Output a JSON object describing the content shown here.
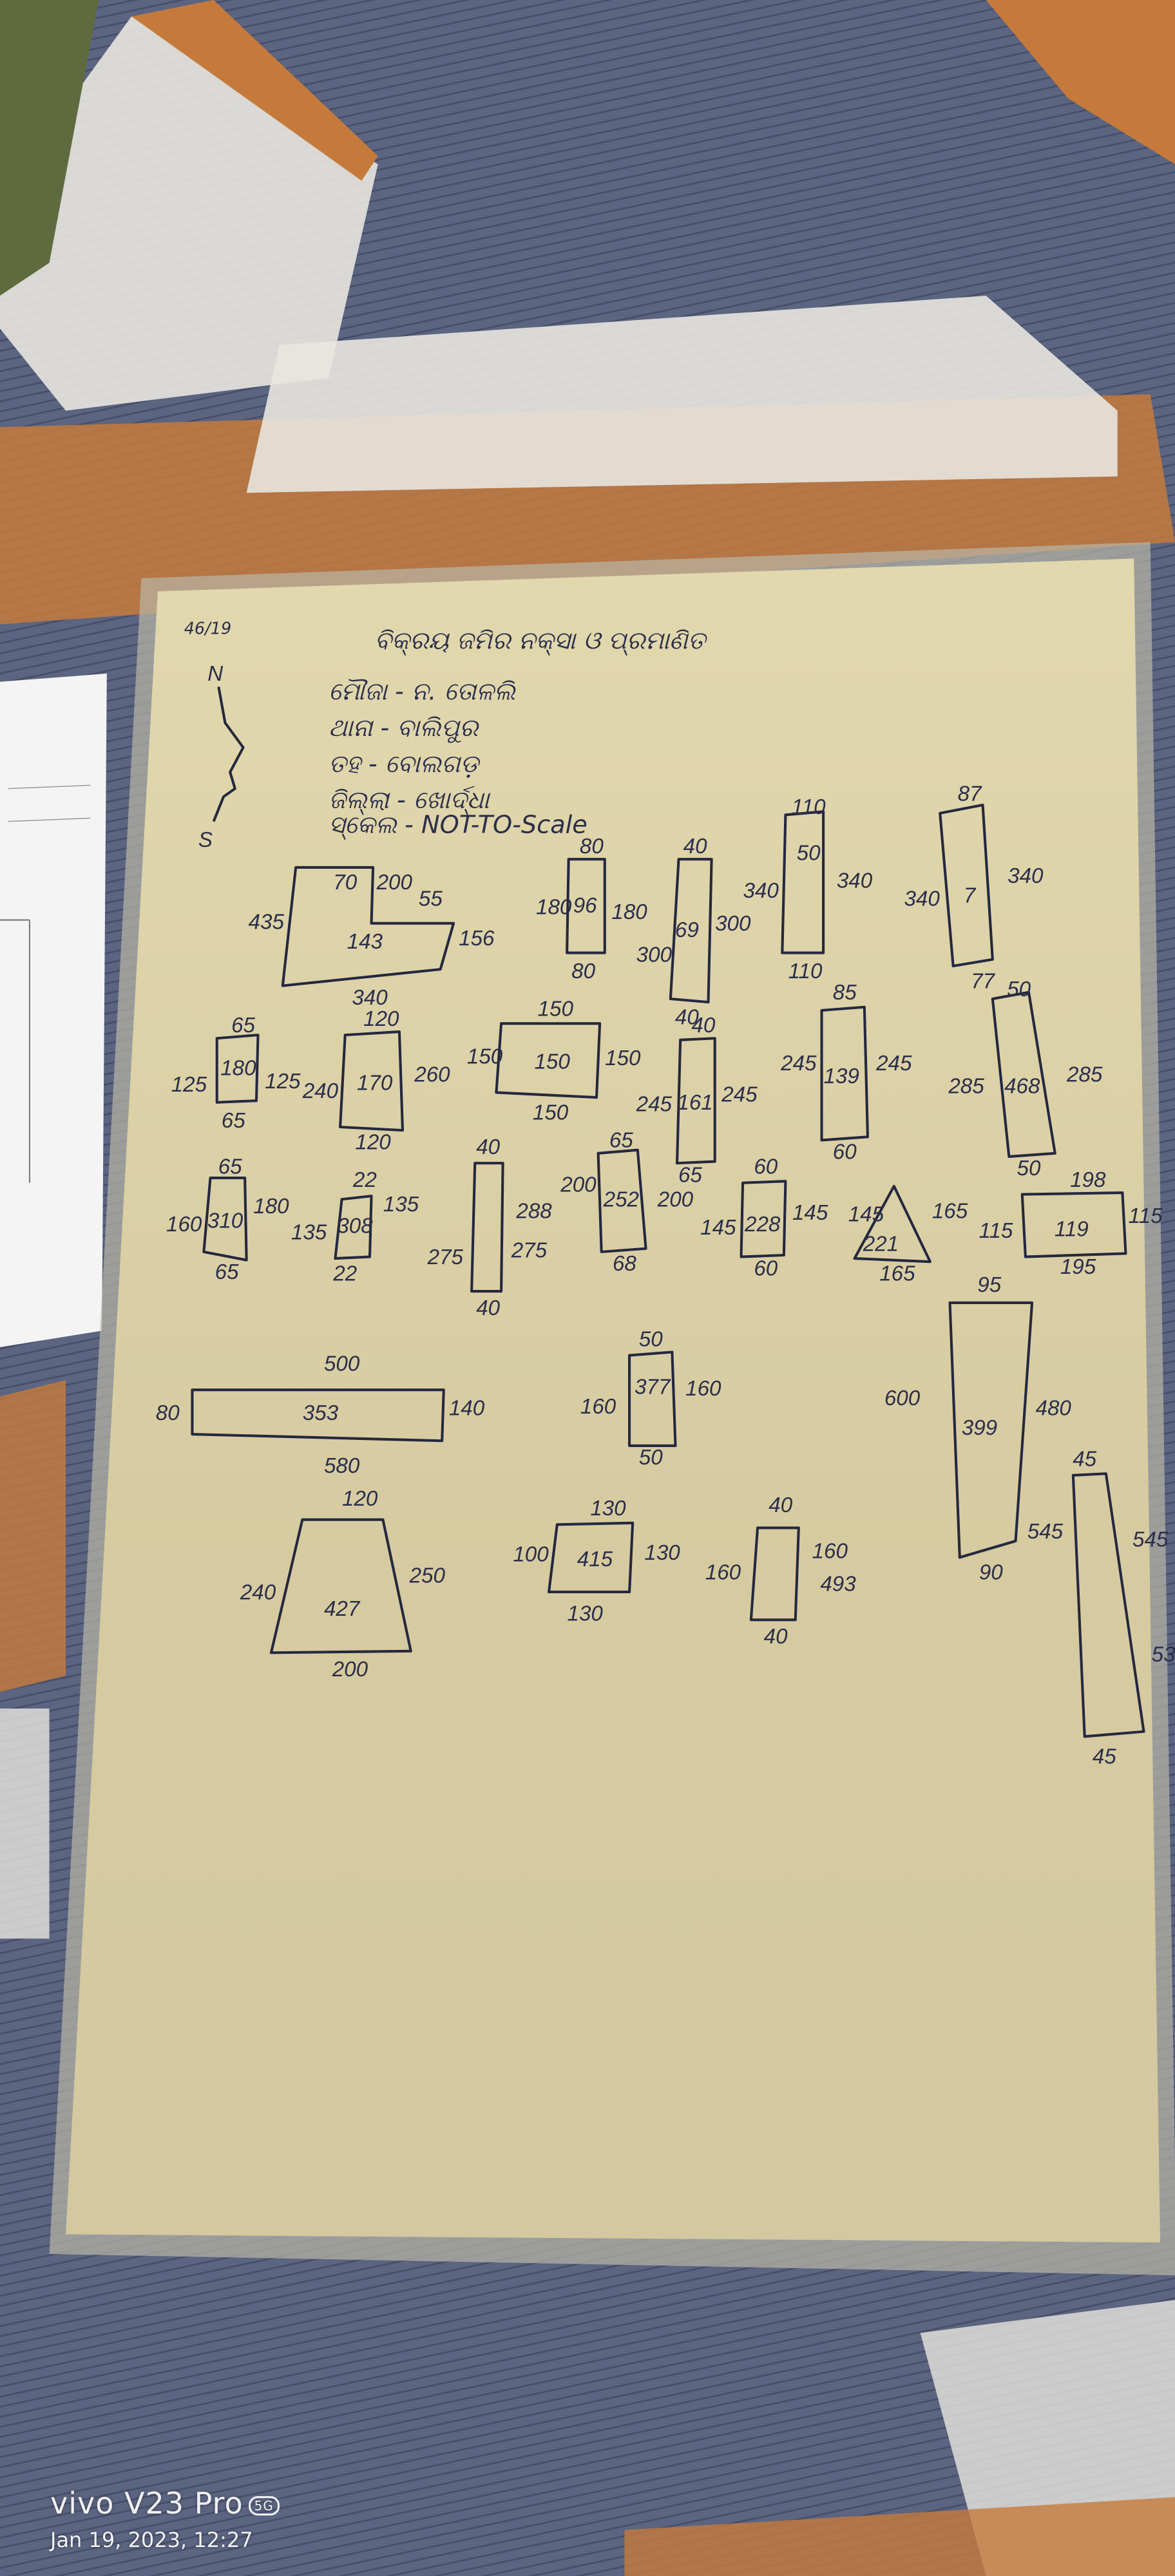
{
  "sheet": {
    "serial": "46/19",
    "title": "ବିକ୍ରୟ ଜମିର ନକ୍ସା ଓ ପ୍ରମାଣିତ",
    "details": [
      "ମୌଜା - ନ. ତୋଳଲି",
      "ଥାନା - ବାଲିପୁର",
      "ତହ - ବୋଲଗଡ଼",
      "ଜିଲ୍ଲା - ଖୋର୍ଦ୍ଧା",
      "ସ୍କେଲ - NOT-TO-Scale"
    ],
    "compass": {
      "north": "N",
      "south": "S"
    }
  },
  "plots": [
    {
      "area": "143",
      "labels": [
        "70",
        "200",
        "55",
        "435",
        "156",
        "340"
      ]
    },
    {
      "area": "96",
      "labels": [
        "80",
        "180",
        "180",
        "80"
      ]
    },
    {
      "area": "69",
      "labels": [
        "40",
        "300",
        "300",
        "40"
      ]
    },
    {
      "area": "50",
      "labels": [
        "110",
        "340",
        "340",
        "110"
      ]
    },
    {
      "area": "7",
      "labels": [
        "87",
        "340",
        "340",
        "77"
      ]
    },
    {
      "area": "180",
      "labels": [
        "65",
        "125",
        "125",
        "65"
      ]
    },
    {
      "area": "170",
      "labels": [
        "120",
        "240",
        "260",
        "120"
      ]
    },
    {
      "area": "150",
      "labels": [
        "150",
        "150",
        "150",
        "150"
      ]
    },
    {
      "area": "161",
      "labels": [
        "40",
        "245",
        "245",
        "65"
      ]
    },
    {
      "area": "139",
      "labels": [
        "85",
        "245",
        "245",
        "60"
      ]
    },
    {
      "area": "468",
      "labels": [
        "50",
        "285",
        "285",
        "50"
      ]
    },
    {
      "area": "310",
      "labels": [
        "65",
        "160",
        "180",
        "65"
      ]
    },
    {
      "area": "308",
      "labels": [
        "22",
        "135",
        "135",
        "22"
      ]
    },
    {
      "area": "288",
      "labels": [
        "40",
        "275",
        "275",
        "40"
      ]
    },
    {
      "area": "252",
      "labels": [
        "65",
        "200",
        "200",
        "68"
      ]
    },
    {
      "area": "228",
      "labels": [
        "60",
        "145",
        "145",
        "60"
      ]
    },
    {
      "area": "221",
      "labels": [
        "145",
        "165",
        "165"
      ]
    },
    {
      "area": "119",
      "labels": [
        "198",
        "115",
        "115",
        "195"
      ]
    },
    {
      "area": "353",
      "labels": [
        "500",
        "80",
        "140",
        "580"
      ]
    },
    {
      "area": "377",
      "labels": [
        "50",
        "160",
        "160",
        "50"
      ]
    },
    {
      "area": "399",
      "labels": [
        "95",
        "600",
        "480",
        "545",
        "90"
      ]
    },
    {
      "area": "53",
      "labels": [
        "45",
        "545",
        "45"
      ]
    },
    {
      "area": "427",
      "labels": [
        "120",
        "240",
        "250",
        "200"
      ]
    },
    {
      "area": "415",
      "labels": [
        "130",
        "100",
        "130",
        "130"
      ]
    },
    {
      "area": "493",
      "labels": [
        "40",
        "160",
        "160",
        "40"
      ]
    }
  ],
  "watermark": {
    "model": "vivo V23 Pro",
    "badge": "5G",
    "datetime": "Jan 19, 2023, 12:27"
  },
  "colors": {
    "paper": "#d8cea4",
    "ink": "#2b2e4a",
    "mat": "#5b6480",
    "mat_orange": "#c57a3c",
    "mat_white": "#e8e6df"
  }
}
